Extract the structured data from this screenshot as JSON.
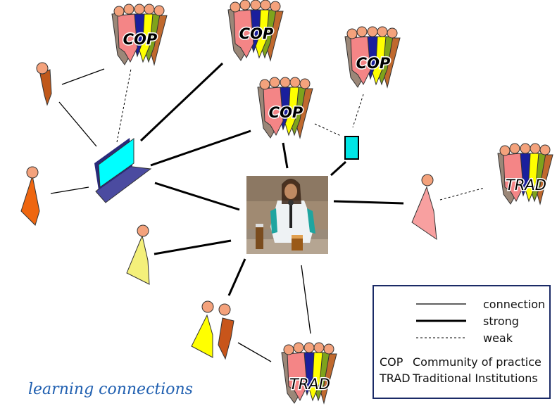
{
  "groups": {
    "cop_label": "COP",
    "trad_label": "TRAD"
  },
  "legend": {
    "connection": "connection",
    "strong": "strong",
    "weak": "weak",
    "cop_abbr": "COP",
    "cop_def": "Community of practice",
    "trad_abbr": "TRAD",
    "trad_def": "Traditional Institutions"
  },
  "caption": "learning connections",
  "colors": {
    "legend_border": "#1a2a66",
    "caption": "#1f5fb0",
    "laptop_screen": "#00ffff",
    "laptop_base": "#4b4ba0",
    "device": "#00e5e5",
    "person_head": "#f4a27c"
  }
}
